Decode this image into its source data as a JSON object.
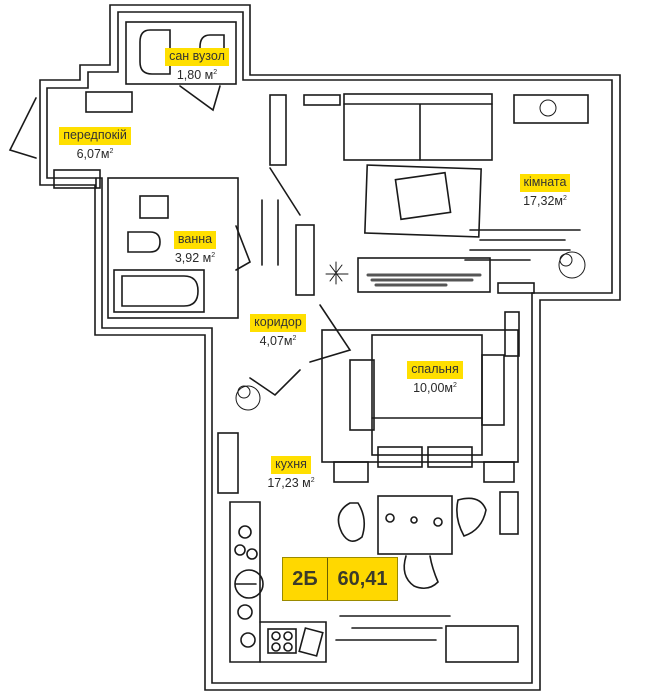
{
  "plan": {
    "rooms": [
      {
        "id": "wc",
        "name": "сан вузол",
        "area": "1,80 м",
        "unit_sup": "2"
      },
      {
        "id": "hall",
        "name": "передпокій",
        "area": "6,07м",
        "unit_sup": "2"
      },
      {
        "id": "bath",
        "name": "ванна",
        "area": "3,92 м",
        "unit_sup": "2"
      },
      {
        "id": "living",
        "name": "кімната",
        "area": "17,32м",
        "unit_sup": "2"
      },
      {
        "id": "corridor",
        "name": "коридор",
        "area": "4,07м",
        "unit_sup": "2"
      },
      {
        "id": "bedroom",
        "name": "спальня",
        "area": "10,00м",
        "unit_sup": "2"
      },
      {
        "id": "kitchen",
        "name": "кухня",
        "area": "17,23 м",
        "unit_sup": "2"
      }
    ],
    "apartment": {
      "type": "2Б",
      "total_area": "60,41"
    },
    "colors": {
      "label_bg": "#ffdf00",
      "badge_bg": "#ffd800",
      "line": "#1a1a1a"
    }
  }
}
